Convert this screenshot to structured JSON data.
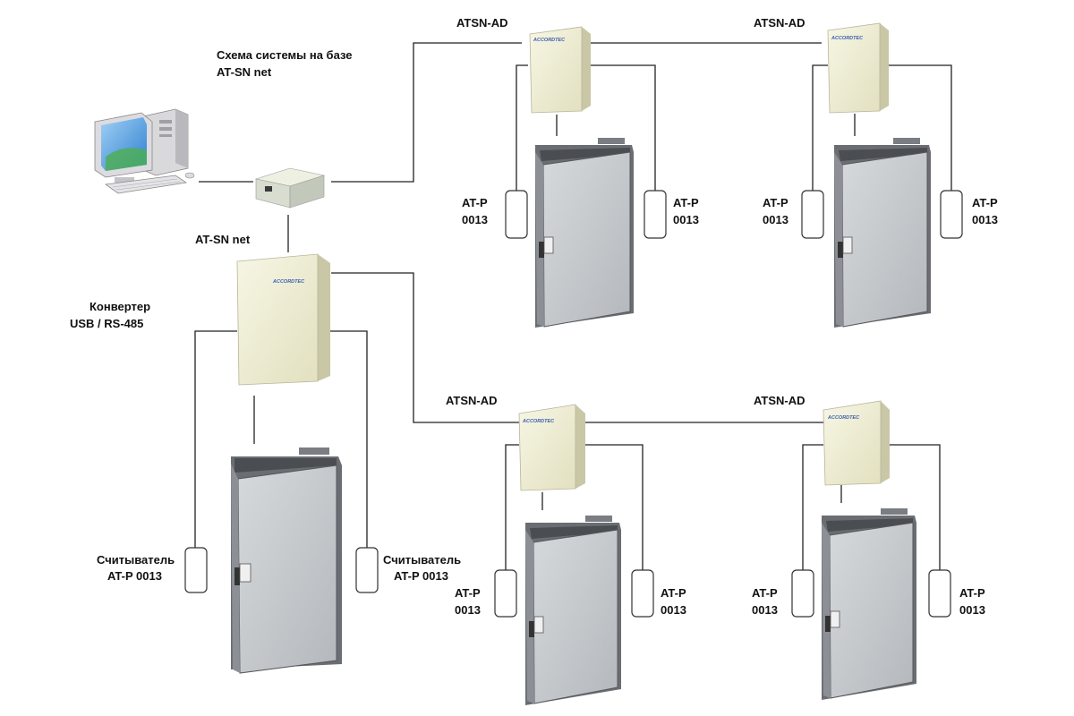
{
  "title": {
    "line1": "Схема системы на базе",
    "line2": "AT-SN net"
  },
  "hub_label": "AT-SN net",
  "converter_label": {
    "line1": "Конвертер",
    "line2": "USB / RS-485"
  },
  "main_readers": {
    "left": {
      "line1": "Считыватель",
      "line2": "AT-P 0013"
    },
    "right": {
      "line1": "Считыватель",
      "line2": "AT-P 0013"
    }
  },
  "brand_text": "ACCORDTEC",
  "controllers": [
    {
      "label": "ATSN-AD",
      "reader_left": {
        "line1": "AT-P",
        "line2": "0013"
      },
      "reader_right": {
        "line1": "AT-P",
        "line2": "0013"
      }
    },
    {
      "label": "ATSN-AD",
      "reader_left": {
        "line1": "AT-P",
        "line2": "0013"
      },
      "reader_right": {
        "line1": "AT-P",
        "line2": "0013"
      }
    },
    {
      "label": "ATSN-AD",
      "reader_left": {
        "line1": "AT-P",
        "line2": "0013"
      },
      "reader_right": {
        "line1": "AT-P",
        "line2": "0013"
      }
    },
    {
      "label": "ATSN-AD",
      "reader_left": {
        "line1": "AT-P",
        "line2": "0013"
      },
      "reader_right": {
        "line1": "AT-P",
        "line2": "0013"
      }
    }
  ],
  "colors": {
    "box_front": "#f1f0d8",
    "box_side": "#c9c7a6",
    "door_face": "#c6c9cc",
    "door_frame": "#55585c",
    "wire": "#222222"
  }
}
